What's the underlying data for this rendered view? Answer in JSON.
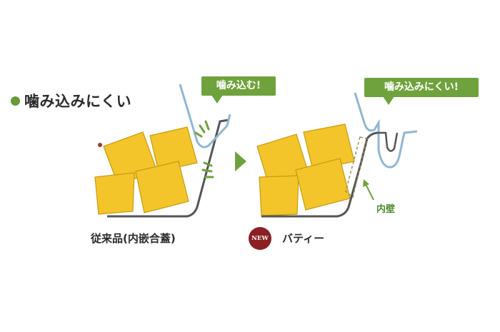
{
  "heading": {
    "text": "噛み込みにくい"
  },
  "callouts": {
    "old": "噛み込む!",
    "new": "噛み込みにくい!"
  },
  "captions": {
    "old": "従来品(内嵌合蓋)",
    "new": "バティー"
  },
  "badge": "NEW",
  "inner_wall_label": "内壁",
  "colors": {
    "green": "#6fa23c",
    "cube": "#f3c52a",
    "cube_edge": "#c99a10",
    "lid": "#8fb7d4",
    "base": "#555555",
    "badge": "#8b1f24"
  }
}
